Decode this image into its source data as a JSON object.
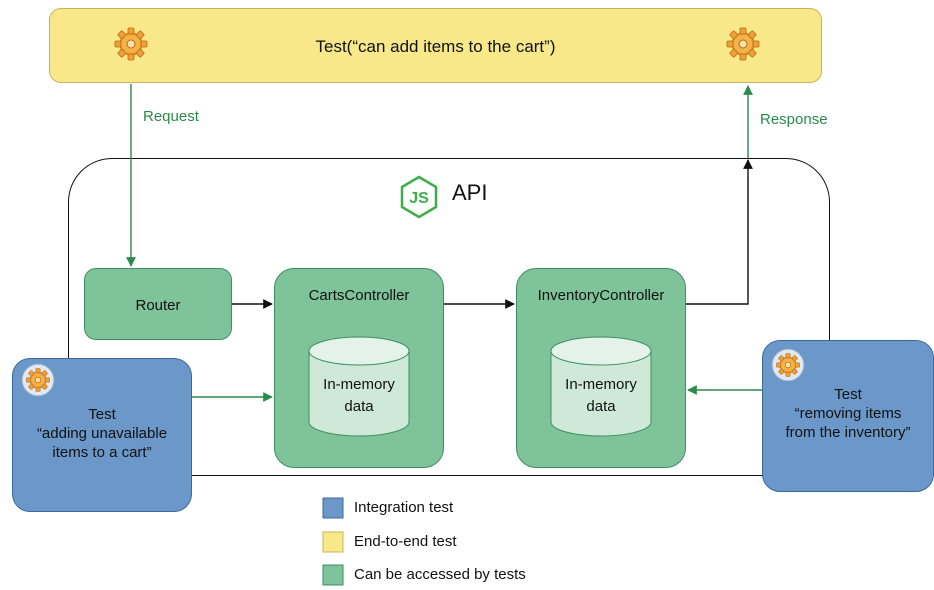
{
  "e2e_test": {
    "label": "Test(“can add items to the cart”)",
    "request_label": "Request",
    "response_label": "Response"
  },
  "api": {
    "label": "API",
    "logo_icon": "nodejs-logo-icon"
  },
  "components": {
    "router": "Router",
    "carts_controller": "CartsController",
    "inventory_controller": "InventoryController",
    "carts_store": [
      "In-memory",
      "data"
    ],
    "inventory_store": [
      "In-memory",
      "data"
    ]
  },
  "integration_tests": {
    "left": "Test\n“adding unavailable\nitems to a cart”",
    "right": "Test\n“removing items\nfrom the inventory”"
  },
  "legend": [
    {
      "label": "Integration test",
      "color": "#6b98c8"
    },
    {
      "label": "End-to-end test",
      "color": "#f8e88a"
    },
    {
      "label": "Can be accessed by tests",
      "color": "#7fc39a"
    }
  ],
  "colors": {
    "arrow_green": "#2a8a4a",
    "arrow_black": "#111111",
    "gear": "#f0a033"
  }
}
